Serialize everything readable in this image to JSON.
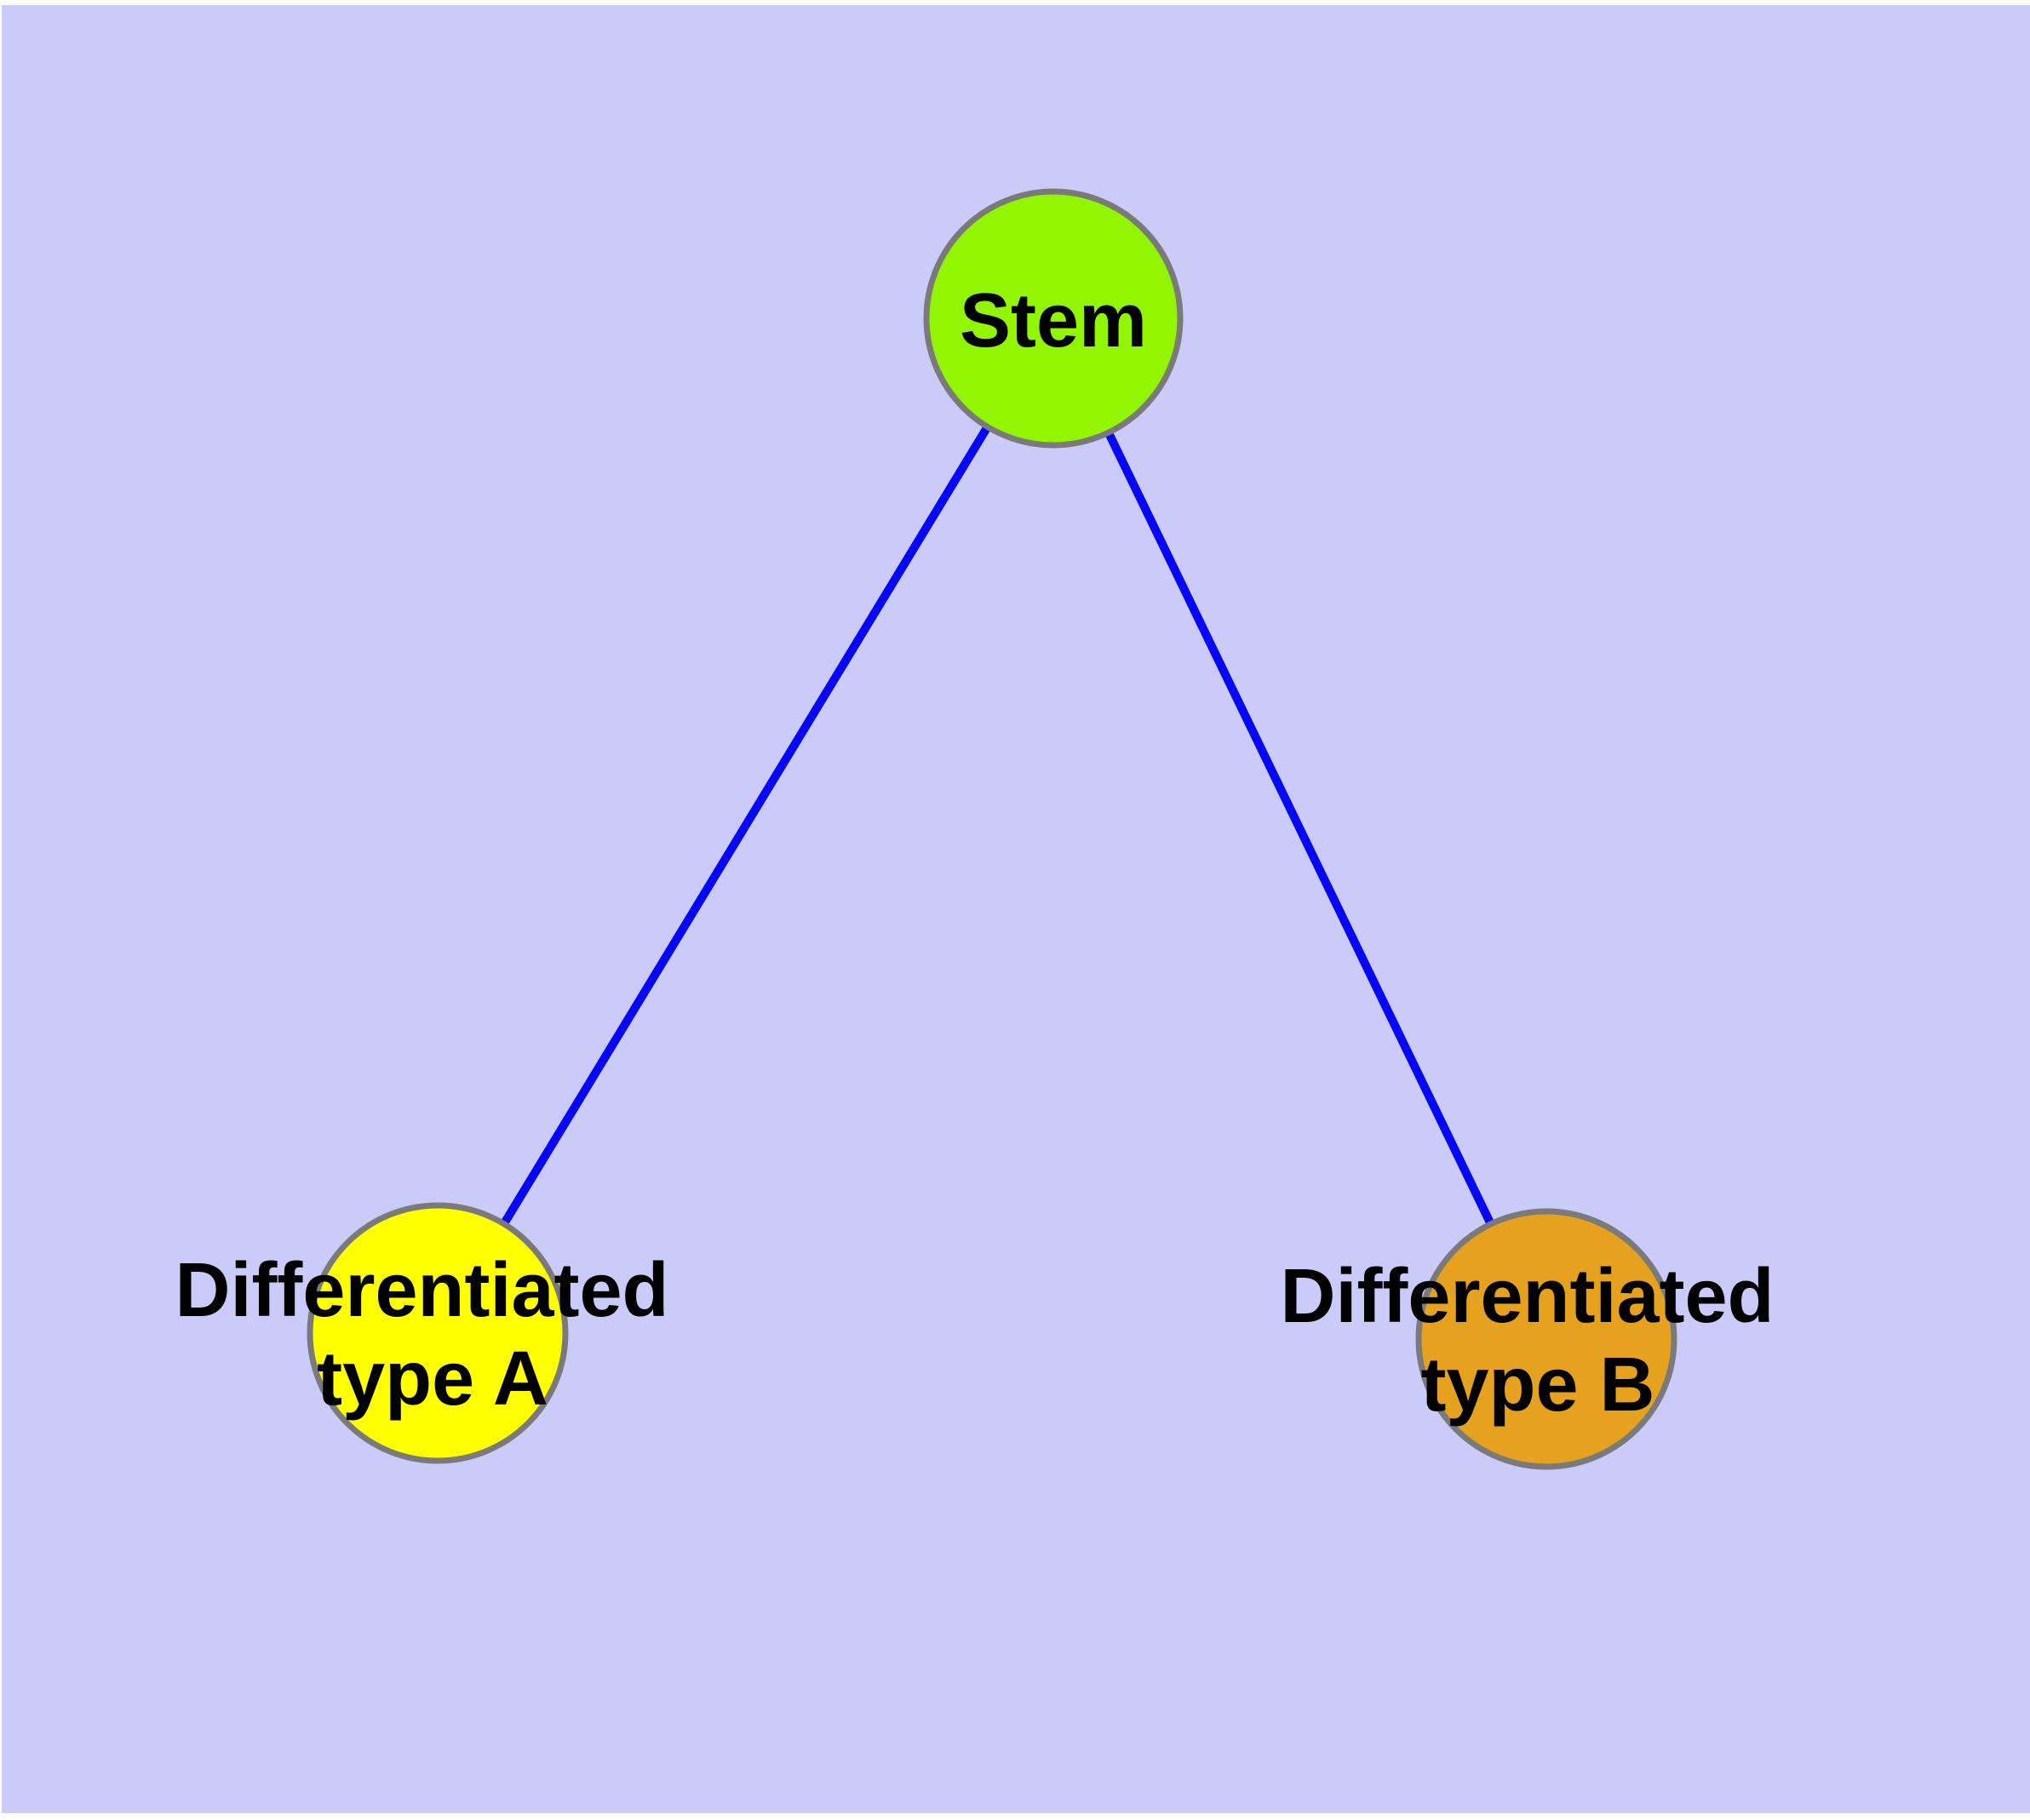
{
  "diagram": {
    "page_background": "#FFFFFF",
    "canvas_background": "#CBCBFA",
    "edge_color": "#0505FA",
    "node_border_color": "#7A7A7A",
    "text_color": "#000000",
    "nodes": [
      {
        "id": "stem",
        "label_lines": [
          "Stem"
        ],
        "fill_color": "#92F501"
      },
      {
        "id": "differentiated-type-a",
        "label_lines": [
          "Differentiated",
          "type A"
        ],
        "fill_color": "#FFFF00"
      },
      {
        "id": "differentiated-type-b",
        "label_lines": [
          "Differentiated",
          "type B"
        ],
        "fill_color": "#E6A11F"
      }
    ],
    "edges": [
      {
        "from": "Stem",
        "to": "Differentiated type A"
      },
      {
        "from": "Stem",
        "to": "Differentiated type B"
      }
    ]
  }
}
